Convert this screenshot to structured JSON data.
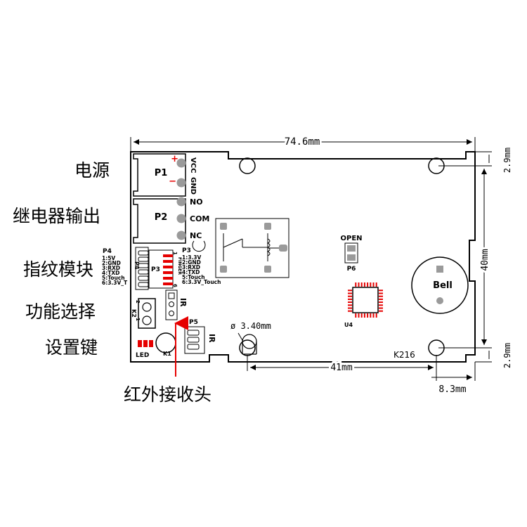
{
  "dimensions": {
    "width": "74.6mm",
    "height": "40mm",
    "top_hole_offset": "2.9mm",
    "bottom_hole_offset": "2.9mm",
    "hole_spacing": "41mm",
    "hole_edge_offset": "8.3mm",
    "hole_diameter": "ø 3.40mm"
  },
  "callouts": {
    "power": "电源",
    "relay_output": "继电器输出",
    "fingerprint_module": "指纹模块",
    "function_select": "功能选择",
    "setup_key": "设置键",
    "ir_receiver": "红外接收头"
  },
  "board": {
    "p1": {
      "name": "P1",
      "pin1": "VCC",
      "pin2": "GND",
      "plus": "+",
      "minus": "−"
    },
    "p2": {
      "name": "P2",
      "pin1": "NO",
      "pin2": "COM",
      "pin3": "NC"
    },
    "p4": {
      "name": "P4",
      "pins": [
        "1:5V",
        "2:GND",
        "3:RXD",
        "4:TXD",
        "5:Touch",
        "6:3.3V_T"
      ]
    },
    "p3": {
      "name": "P3",
      "pins": [
        "1:3.3V",
        "2:GND",
        "3:RXD",
        "4:TXD",
        "5:Touch",
        "6:3.3V_Touch"
      ],
      "connector_label": "P3",
      "pin_first": "1",
      "pin_last": "6",
      "finger_label": "FINGER"
    },
    "p4_connector_label": "P4",
    "k2": "K2",
    "ir_label_upper": "IR",
    "ir_label_lower": "IR",
    "p5": "P5",
    "led": "LED",
    "k1": "K1",
    "open": "OPEN",
    "p6": "P6",
    "u4": "U4",
    "bell": "Bell",
    "model": "K216",
    "k2_pin1": "2",
    "k2_pin2": "1"
  },
  "colors": {
    "outline": "#000000",
    "accent": "#e60000",
    "pad_gray": "#9a9a9a"
  }
}
